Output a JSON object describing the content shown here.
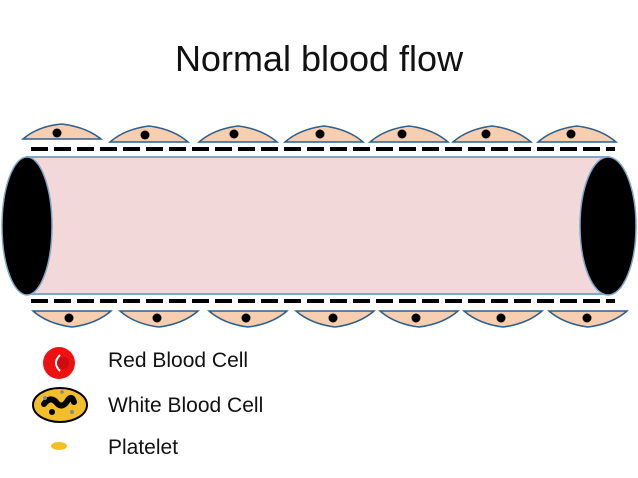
{
  "title": "Normal blood flow",
  "legend": {
    "red_blood_cell": "Red Blood Cell",
    "white_blood_cell": "White Blood Cell",
    "platelet": "Platelet"
  },
  "colors": {
    "vessel_fill": "#f2d8d8",
    "vessel_outline": "#7fa8c8",
    "vessel_opening": "#000000",
    "endothelial_cell_fill": "#f7cfb0",
    "endothelial_cell_outline": "#2f5f8a",
    "nucleus": "#000000",
    "basement_membrane": "#000000",
    "red_blood_cell": "#ee1111",
    "white_blood_cell": "#f2bf2a",
    "platelet": "#f2bf2a"
  }
}
